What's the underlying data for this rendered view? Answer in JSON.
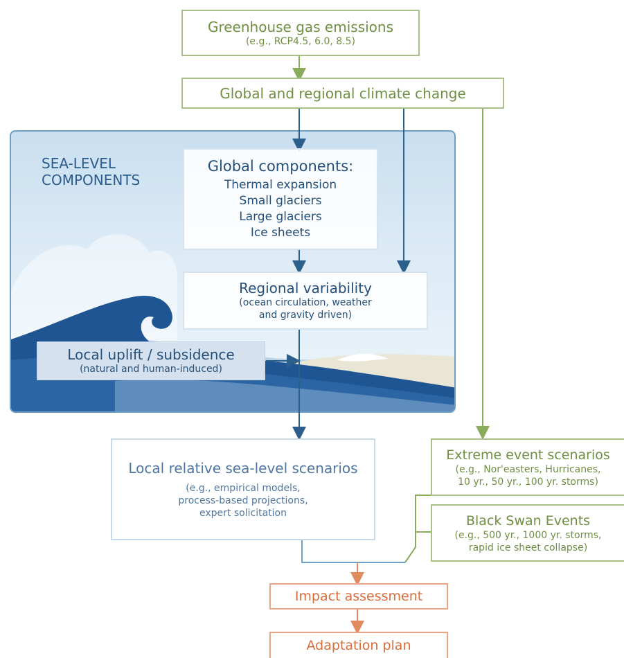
{
  "emissions": {
    "title": "Greenhouse gas emissions",
    "subtitle": "(e.g., RCP4.5, 6.0, 8.5)"
  },
  "climate_change": {
    "title": "Global and regional climate change"
  },
  "sea_level_panel": {
    "title_line1": "SEA-LEVEL",
    "title_line2": "COMPONENTS"
  },
  "global_components": {
    "title": "Global components:",
    "items": [
      "Thermal expansion",
      "Small glaciers",
      "Large glaciers",
      "Ice sheets"
    ]
  },
  "regional_variability": {
    "title": "Regional variability",
    "subtitle_line1": "(ocean circulation, weather",
    "subtitle_line2": "and gravity driven)"
  },
  "local_uplift": {
    "title": "Local uplift / subsidence",
    "subtitle": "(natural and human-induced)"
  },
  "local_scenarios": {
    "title": "Local relative sea-level scenarios",
    "line1": "(e.g., empirical models,",
    "line2": "process-based projections,",
    "line3": "expert solicitation"
  },
  "extreme_events": {
    "title": "Extreme event scenarios",
    "line1": "(e.g., Nor'easters, Hurricanes,",
    "line2": "10 yr., 50 yr., 100 yr. storms)"
  },
  "black_swan": {
    "title": "Black Swan Events",
    "line1": "(e.g., 500 yr., 1000 yr. storms,",
    "line2": "rapid ice sheet collapse)"
  },
  "impact": {
    "title": "Impact assessment"
  },
  "adaptation": {
    "title": "Adaptation plan"
  },
  "colors": {
    "green": "#6f8f43",
    "blue": "#25507a",
    "orange": "#d86d3a",
    "wave_dark": "#1f5592",
    "arrow_blue": "#2c5f8a"
  }
}
